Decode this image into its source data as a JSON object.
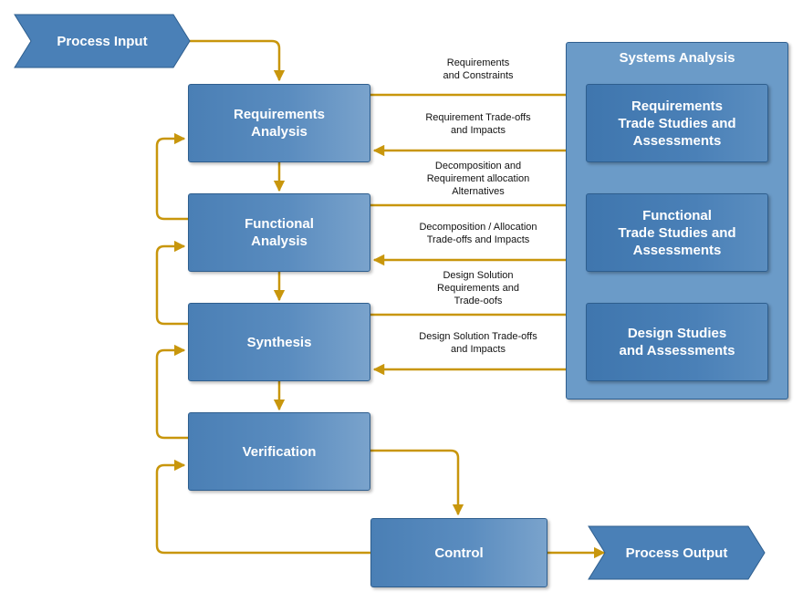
{
  "process_input": "Process Input",
  "process_output": "Process Output",
  "blocks": {
    "requirements_analysis": "Requirements\nAnalysis",
    "functional_analysis": "Functional\nAnalysis",
    "synthesis": "Synthesis",
    "verification": "Verification",
    "control": "Control"
  },
  "systems_analysis": {
    "title": "Systems Analysis",
    "requirements_trade": "Requirements\nTrade Studies and\nAssessments",
    "functional_trade": "Functional\nTrade Studies and\nAssessments",
    "design_studies": "Design Studies\nand Assessments"
  },
  "labels": {
    "req_constraints": "Requirements\nand Constraints",
    "req_tradeoffs": "Requirement Trade-offs\nand Impacts",
    "decomp_alloc": "Decomposition and\nRequirement allocation\nAlternatives",
    "decomp_tradeoffs": "Decomposition / Allocation\nTrade-offs and Impacts",
    "design_reqs": "Design Solution\nRequirements and\nTrade-oofs",
    "design_tradeoffs": "Design Solution Trade-offs\nand Impacts"
  }
}
